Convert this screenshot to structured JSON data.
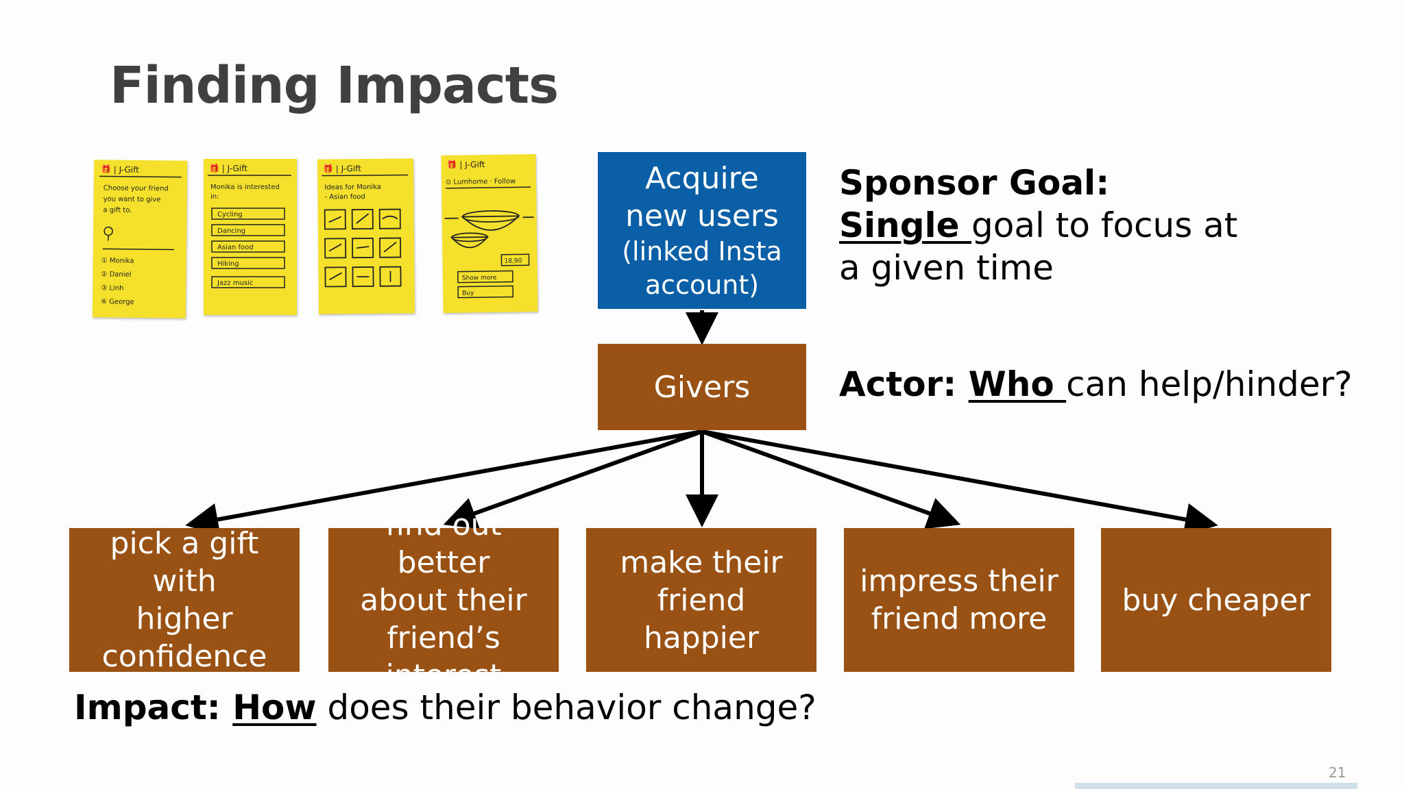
{
  "slide": {
    "title": "Finding Impacts",
    "page_number": "21"
  },
  "diagram": {
    "goal_box": {
      "line1": "Acquire\nnew users",
      "line2": "(linked Insta\naccount)"
    },
    "actor_box": "Givers",
    "impact_boxes": [
      "pick a gift with\nhigher\nconfidence",
      "find out better\nabout their\nfriend’s\ninterest",
      "make their\nfriend happier",
      "impress their\nfriend more",
      "buy cheaper"
    ]
  },
  "labels": {
    "sponsor_goal": {
      "heading": "Sponsor Goal:",
      "keyword": "Single ",
      "rest_line1": "goal to focus at",
      "rest_line2": "a given time"
    },
    "actor": {
      "heading": "Actor: ",
      "keyword": "Who ",
      "rest": "can help/hinder?"
    },
    "impact": {
      "heading": "Impact: ",
      "keyword": "How",
      "rest": " does their behavior change?"
    }
  },
  "sketches": {
    "note1": {
      "app": "🎁 | J-Gift",
      "lines": [
        "Choose your friend",
        "you want to give",
        "a gift to."
      ],
      "items": [
        "① Monika",
        "② Daniel",
        "③ Linh",
        "④ George"
      ]
    },
    "note2": {
      "app": "🎁 | J-Gift",
      "lines": [
        "Monika is interested",
        "in:"
      ],
      "items": [
        "Cycling",
        "Dancing",
        "Asian food",
        "Hiking",
        "Jazz music"
      ]
    },
    "note3": {
      "app": "🎁 | J-Gift",
      "lines": [
        "Ideas for Monika",
        "- Asian food"
      ]
    },
    "note4": {
      "app": "🎁 | J-Gift",
      "lines": [
        "⊙ Lumhome · Follow"
      ],
      "items": [
        "Show more",
        "Buy"
      ],
      "price": "18,90"
    }
  },
  "colors": {
    "goal": "#0b5fa6",
    "actor": "#9a5214",
    "sticky": "#f5e12c",
    "title": "#404040"
  }
}
